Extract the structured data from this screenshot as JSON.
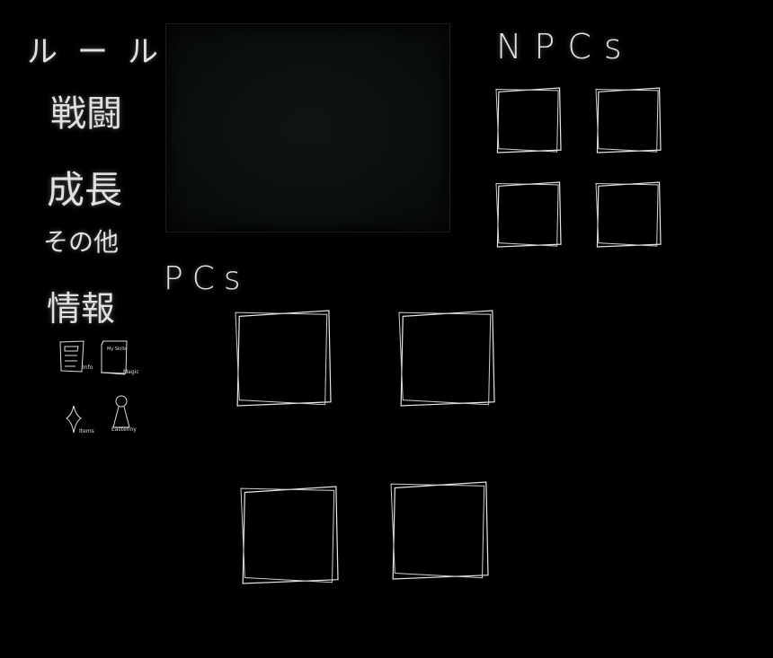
{
  "menu": {
    "rules": "ルール",
    "battle": "戦闘",
    "growth": "成長",
    "other": "その他",
    "info": "情報"
  },
  "icons": [
    {
      "name": "info-document-icon",
      "label": "Info"
    },
    {
      "name": "skill-book-icon",
      "label": "Magic",
      "cover": "My Skills"
    },
    {
      "name": "item-sparkle-icon",
      "label": "Items"
    },
    {
      "name": "character-figure-icon",
      "label": "Eastenny"
    }
  ],
  "sections": {
    "npcs": {
      "title": "NPCs",
      "slot_count": 4
    },
    "pcs": {
      "title": "PCs",
      "slot_count": 4
    }
  },
  "colors": {
    "background": "#000000",
    "stroke": "#e0e0e0",
    "board": "#0d1212"
  }
}
